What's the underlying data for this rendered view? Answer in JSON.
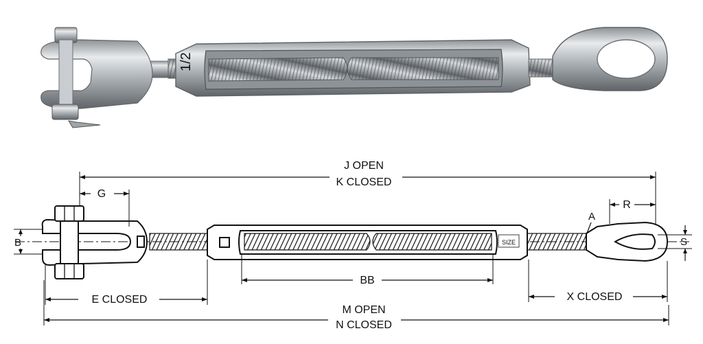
{
  "colors": {
    "metal_light": "#e4e6e8",
    "metal_mid": "#b4b8bc",
    "metal_dark": "#6f7479",
    "line": "#111111"
  },
  "photo": {
    "frame_mark": "1/2"
  },
  "drawing": {
    "labels": {
      "j_open": "J OPEN",
      "k_closed": "K CLOSED",
      "g": "G",
      "r": "R",
      "a": "A",
      "b": "B",
      "s": "S",
      "size": "SIZE",
      "bb": "BB",
      "e_closed": "E CLOSED",
      "x_closed": "X CLOSED",
      "m_open": "M OPEN",
      "n_closed": "N CLOSED"
    }
  }
}
